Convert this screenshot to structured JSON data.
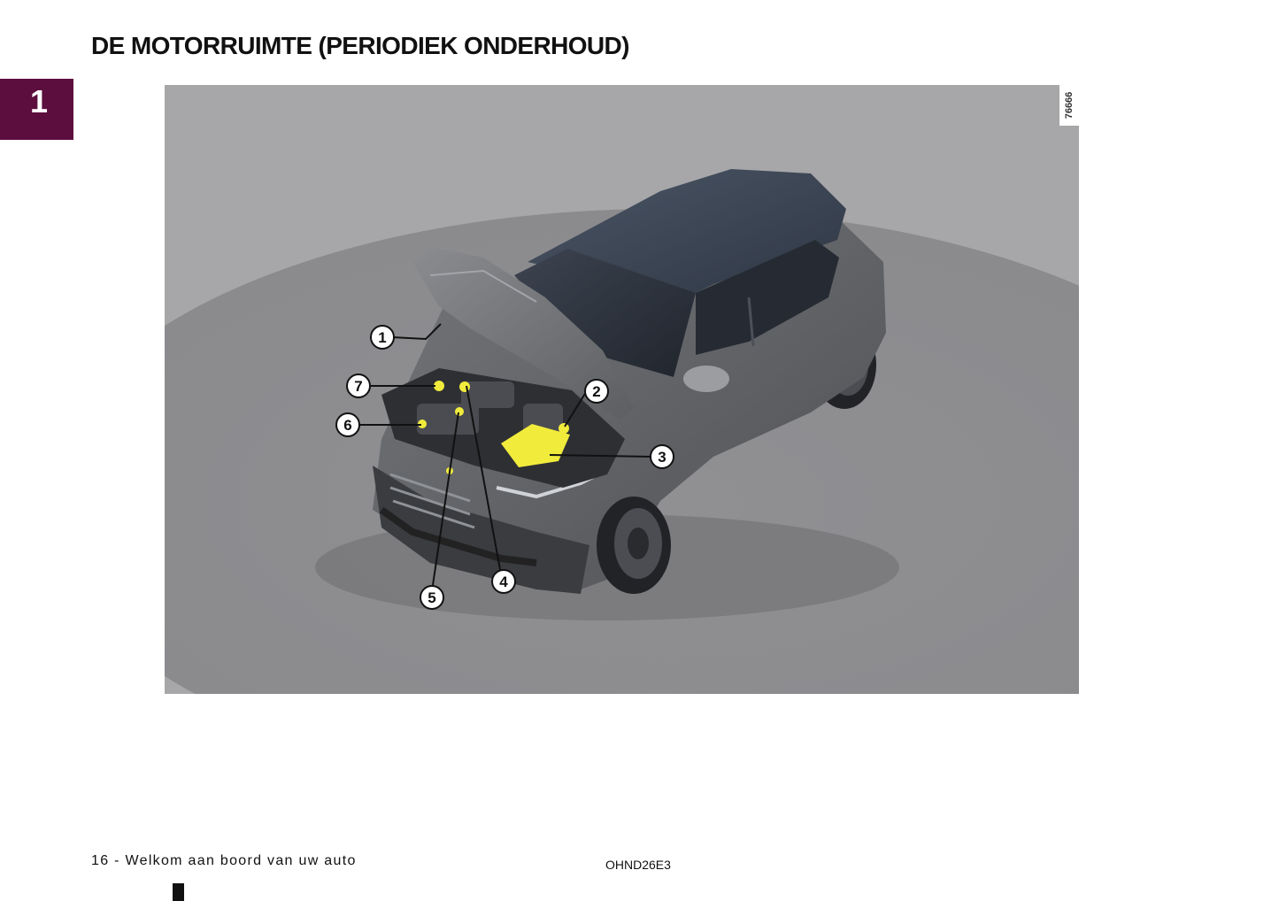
{
  "page_title": "DE MOTORRUIMTE (PERIODIEK ONDERHOUD)",
  "chapter_number": "1",
  "figure": {
    "reference": "76666",
    "callouts": [
      "1",
      "2",
      "3",
      "4",
      "5",
      "6",
      "7"
    ],
    "highlight_color": "#f1eb3c",
    "car_color": "#5e6064"
  },
  "footer": {
    "page_label": "16 - Welkom aan boord van uw auto",
    "doc_code": "OHND26E3"
  },
  "colors": {
    "chapter_tab": "#5c0e3e",
    "background": "#ffffff"
  }
}
